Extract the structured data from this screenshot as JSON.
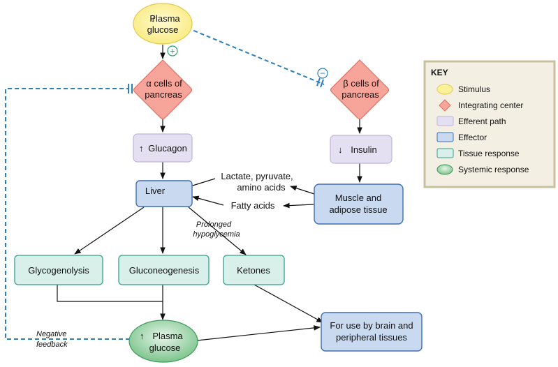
{
  "nodes": {
    "stimulus": {
      "arrow": "↓",
      "line1": "Plasma",
      "line2": "glucose"
    },
    "alpha": {
      "line1": "α cells of",
      "line2": "pancreas"
    },
    "beta": {
      "line1": "β cells of",
      "line2": "pancreas"
    },
    "glucagon": {
      "arrow": "↑",
      "label": "Glucagon"
    },
    "insulin": {
      "arrow": "↓",
      "label": "Insulin"
    },
    "liver": {
      "label": "Liver"
    },
    "muscle": {
      "line1": "Muscle and",
      "line2": "adipose tissue"
    },
    "glycogenolysis": {
      "label": "Glycogenolysis"
    },
    "gluconeogenesis": {
      "label": "Gluconeogenesis"
    },
    "ketones": {
      "label": "Ketones"
    },
    "systemic": {
      "arrow": "↑",
      "line1": "Plasma",
      "line2": "glucose"
    },
    "brain": {
      "line1": "For use by brain and",
      "line2": "peripheral tissues"
    }
  },
  "labels": {
    "lactate_line1": "Lactate, pyruvate,",
    "lactate_line2": "amino acids",
    "fatty_acids": "Fatty acids",
    "prolonged_line1": "Prolonged",
    "prolonged_line2": "hypoglycemia",
    "negative_line1": "Negative",
    "negative_line2": "feedback",
    "plus_sign": "+",
    "minus_sign": "−"
  },
  "key": {
    "title": "KEY",
    "items": [
      {
        "label": "Stimulus",
        "shape": "ellipse",
        "fill": "#fdf29a",
        "stroke": "#e3c94a"
      },
      {
        "label": "Integrating center",
        "shape": "diamond",
        "fill": "#f7a59a",
        "stroke": "#dd6f62"
      },
      {
        "label": "Efferent path",
        "shape": "rect",
        "fill": "#e5e0f1",
        "stroke": "#bdb5d8"
      },
      {
        "label": "Effector",
        "shape": "rect",
        "fill": "#c9d9f0",
        "stroke": "#3f6fb0"
      },
      {
        "label": "Tissue response",
        "shape": "rect",
        "fill": "#d9f0ea",
        "stroke": "#36a08a"
      },
      {
        "label": "Systemic response",
        "shape": "ellipse",
        "fill": "#9fd7ad",
        "stroke": "#3e9a59"
      }
    ]
  },
  "colors": {
    "feedback_line": "#2b7fb8",
    "plus": "#2aa06a",
    "key_bg": "#f3efe3",
    "key_border": "#c9bf9e"
  }
}
